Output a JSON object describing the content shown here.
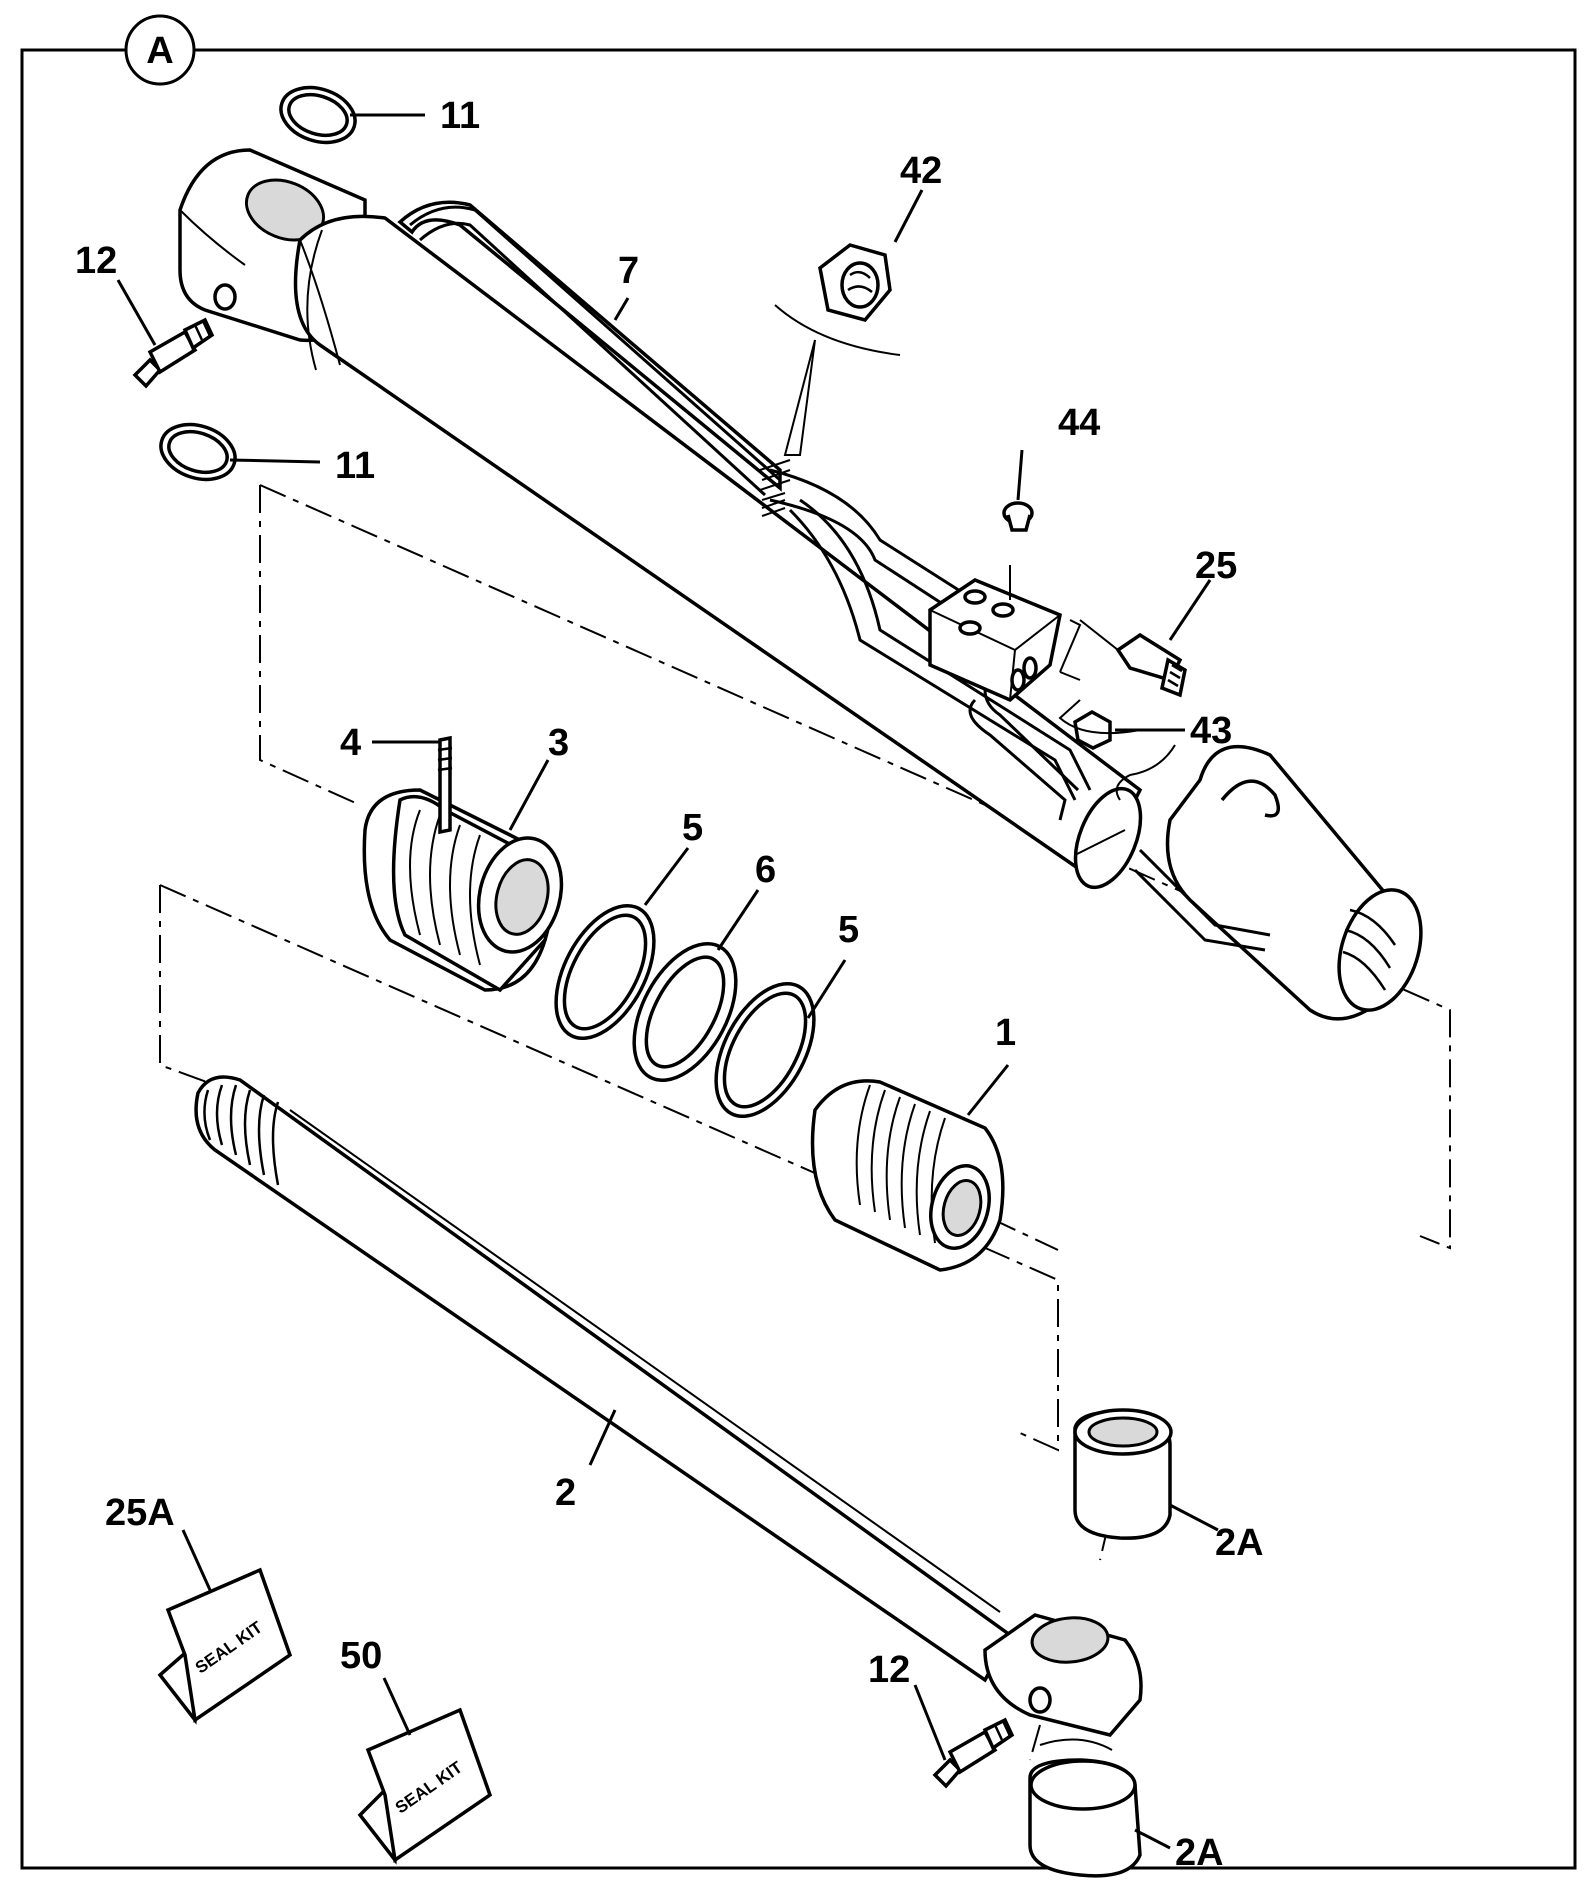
{
  "panel": {
    "letter": "A"
  },
  "callouts": {
    "c1": "1",
    "c2": "2",
    "c2a_top": "2A",
    "c2a_bottom": "2A",
    "c3": "3",
    "c4": "4",
    "c5_left": "5",
    "c5_right": "5",
    "c6": "6",
    "c7": "7",
    "c11_top": "11",
    "c11_bottom": "11",
    "c12_top": "12",
    "c12_bottom": "12",
    "c25": "25",
    "c25a": "25A",
    "c42": "42",
    "c43": "43",
    "c44": "44",
    "c50": "50"
  },
  "seal_kits": {
    "kit_25a": "SEAL KIT",
    "kit_50": "SEAL KIT"
  }
}
